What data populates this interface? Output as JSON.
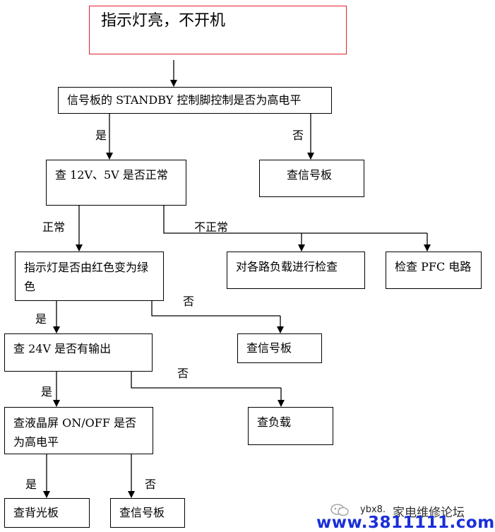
{
  "nodes": {
    "n0": "指示灯亮，不开机",
    "n1": "信号板的 STANDBY 控制脚控制是否为高电平",
    "n2": "查 12V、5V 是否正常",
    "n3": "查信号板",
    "n4": "指示灯是否由红色变为绿色",
    "n5": "对各路负载进行检查",
    "n6": "检查 PFC 电路",
    "n7": "查 24V 是否有输出",
    "n8": "查信号板",
    "n9": "查液晶屏 ON/OFF 是否为高电平",
    "n10": "查负载",
    "n11": "查背光板",
    "n12": "查信号板"
  },
  "edge_labels": {
    "yes1": "是",
    "no1": "否",
    "normal": "正常",
    "abnormal": "不正常",
    "no2": "否",
    "yes2": "是",
    "no3": "否",
    "yes3": "是",
    "yes4": "是",
    "no4": "否"
  },
  "watermark": {
    "forum": "家电维修论坛",
    "site_small": "ybx8.",
    "url": "www.3811111.com"
  },
  "colors": {
    "title_border": "#e0202a",
    "watermark_url": "#1a2fd8"
  }
}
